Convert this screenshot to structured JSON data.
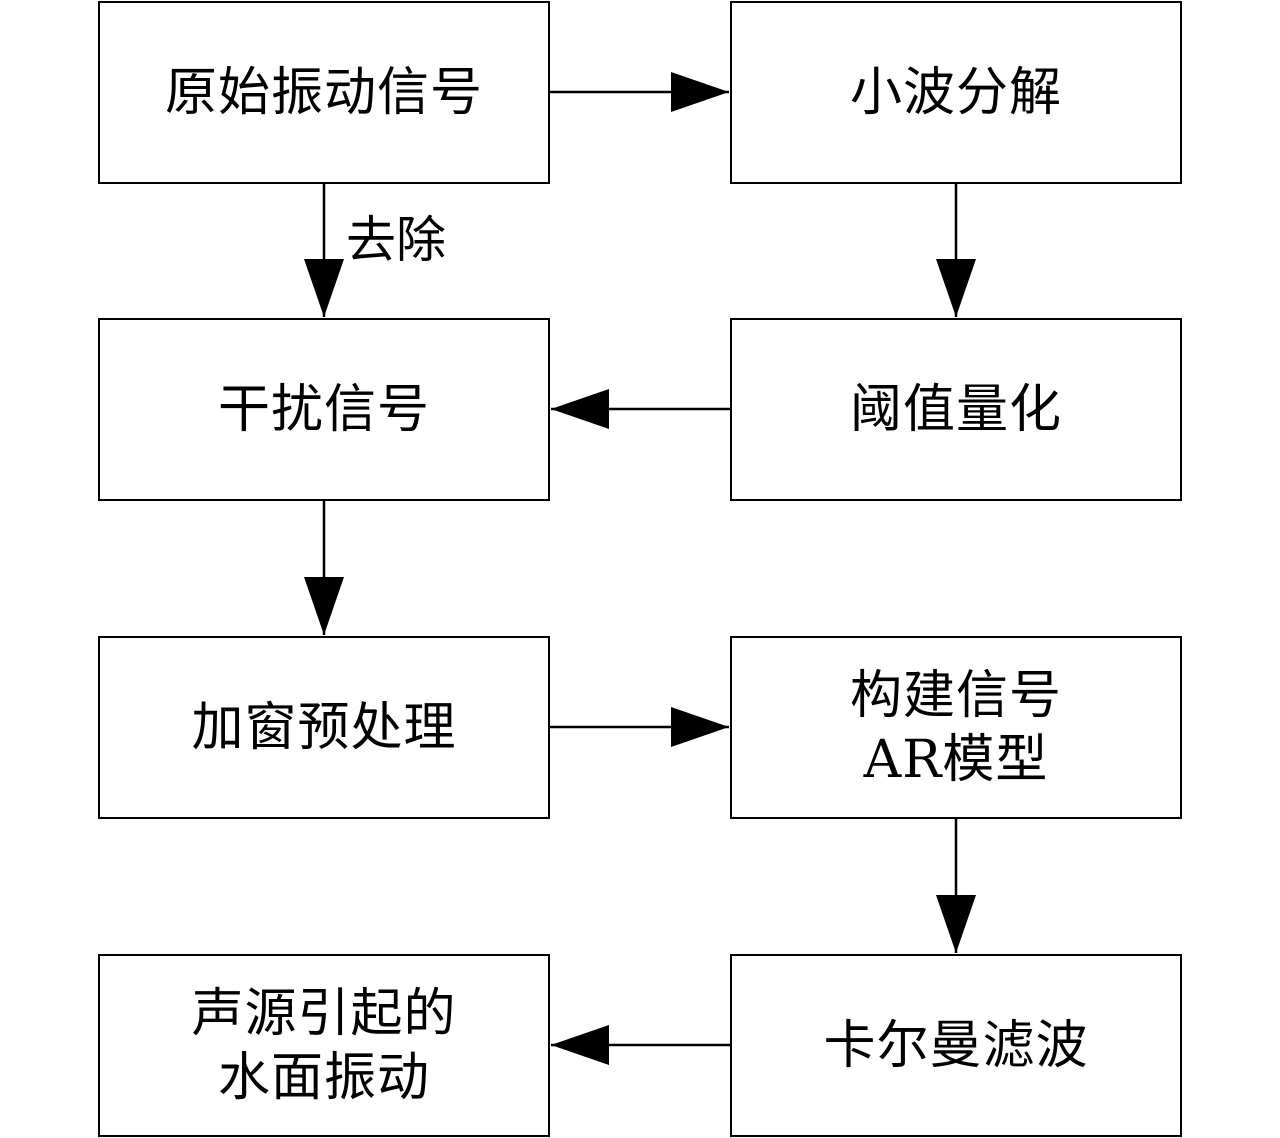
{
  "nodes": {
    "raw_signal": {
      "line1": "原始振动信号"
    },
    "wavelet": {
      "line1": "小波分解"
    },
    "interference": {
      "line1": "干扰信号"
    },
    "threshold": {
      "line1": "阈值量化"
    },
    "window": {
      "line1": "加窗预处理"
    },
    "ar_model": {
      "line1": "构建信号",
      "line2": "AR模型"
    },
    "water_vibration": {
      "line1": "声源引起的",
      "line2": "水面振动"
    },
    "kalman": {
      "line1": "卡尔曼滤波"
    }
  },
  "edges": {
    "remove_label": "去除"
  }
}
